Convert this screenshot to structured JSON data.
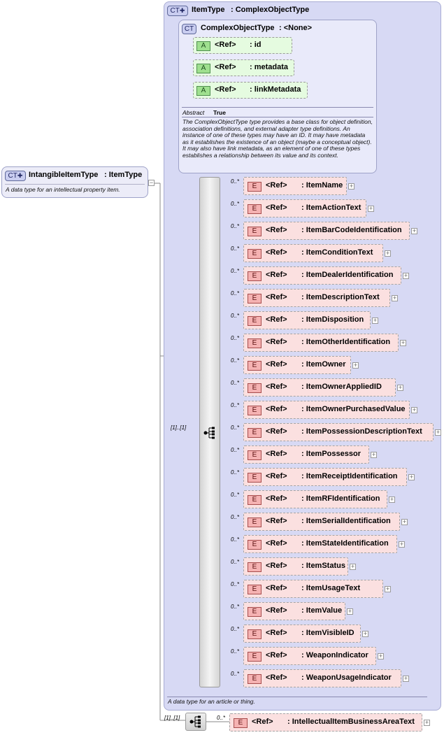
{
  "intangible_type": {
    "badge": "CT",
    "name": "IntangibleItemType",
    "base": ": ItemType",
    "description": "A data type for an intellectual property item."
  },
  "item_type": {
    "badge": "CT",
    "name": "ItemType",
    "base": ": ComplexObjectType",
    "description": "A data type for an article or thing.",
    "sequence_cardinality": "[1]..[1]"
  },
  "complex_object_type": {
    "badge": "CT",
    "name": "ComplexObjectType",
    "base": ": <None>",
    "attributes": [
      {
        "badge": "A",
        "ref": "<Ref>",
        "name": ": id"
      },
      {
        "badge": "A",
        "ref": "<Ref>",
        "name": ": metadata"
      },
      {
        "badge": "A",
        "ref": "<Ref>",
        "name": ": linkMetadata"
      }
    ],
    "abstract_label": "Abstract",
    "abstract_value": "True",
    "description": "The ComplexObjectType type provides a base class for object definition, association definitions, and external adapter type definitions. An instance of one of these types may have an ID. It may have metadata as it establishes the existence of an object (maybe a conceptual object). It may also have link metadata, as an element of one of these types establishes a relationship between its value and its context."
  },
  "item_elements": [
    {
      "badge": "E",
      "ref": "<Ref>",
      "name": ": ItemName",
      "card": "0..*"
    },
    {
      "badge": "E",
      "ref": "<Ref>",
      "name": ": ItemActionText",
      "card": "0..*"
    },
    {
      "badge": "E",
      "ref": "<Ref>",
      "name": ": ItemBarCodeIdentification",
      "card": "0..*"
    },
    {
      "badge": "E",
      "ref": "<Ref>",
      "name": ": ItemConditionText",
      "card": "0..*"
    },
    {
      "badge": "E",
      "ref": "<Ref>",
      "name": ": ItemDealerIdentification",
      "card": "0..*"
    },
    {
      "badge": "E",
      "ref": "<Ref>",
      "name": ": ItemDescriptionText",
      "card": "0..*"
    },
    {
      "badge": "E",
      "ref": "<Ref>",
      "name": ": ItemDisposition",
      "card": "0..*"
    },
    {
      "badge": "E",
      "ref": "<Ref>",
      "name": ": ItemOtherIdentification",
      "card": "0..*"
    },
    {
      "badge": "E",
      "ref": "<Ref>",
      "name": ": ItemOwner",
      "card": "0..*"
    },
    {
      "badge": "E",
      "ref": "<Ref>",
      "name": ": ItemOwnerAppliedID",
      "card": "0..*"
    },
    {
      "badge": "E",
      "ref": "<Ref>",
      "name": ": ItemOwnerPurchasedValue",
      "card": "0..*"
    },
    {
      "badge": "E",
      "ref": "<Ref>",
      "name": ": ItemPossessionDescriptionText",
      "card": "0..*"
    },
    {
      "badge": "E",
      "ref": "<Ref>",
      "name": ": ItemPossessor",
      "card": "0..*"
    },
    {
      "badge": "E",
      "ref": "<Ref>",
      "name": ": ItemReceiptIdentification",
      "card": "0..*"
    },
    {
      "badge": "E",
      "ref": "<Ref>",
      "name": ": ItemRFIdentification",
      "card": "0..*"
    },
    {
      "badge": "E",
      "ref": "<Ref>",
      "name": ": ItemSerialIdentification",
      "card": "0..*"
    },
    {
      "badge": "E",
      "ref": "<Ref>",
      "name": ": ItemStateIdentification",
      "card": "0..*"
    },
    {
      "badge": "E",
      "ref": "<Ref>",
      "name": ": ItemStatus",
      "card": "0..*"
    },
    {
      "badge": "E",
      "ref": "<Ref>",
      "name": ": ItemUsageText",
      "card": "0..*"
    },
    {
      "badge": "E",
      "ref": "<Ref>",
      "name": ": ItemValue",
      "card": "0..*"
    },
    {
      "badge": "E",
      "ref": "<Ref>",
      "name": ": ItemVisibleID",
      "card": "0..*"
    },
    {
      "badge": "E",
      "ref": "<Ref>",
      "name": ": WeaponIndicator",
      "card": "0..*"
    },
    {
      "badge": "E",
      "ref": "<Ref>",
      "name": ": WeaponUsageIndicator",
      "card": "0..*"
    }
  ],
  "intangible_sequence": {
    "cardinality": "[1]..[1]",
    "element": {
      "badge": "E",
      "ref": "<Ref>",
      "name": ": IntellectualItemBusinessAreaText",
      "card": "0..*"
    }
  }
}
